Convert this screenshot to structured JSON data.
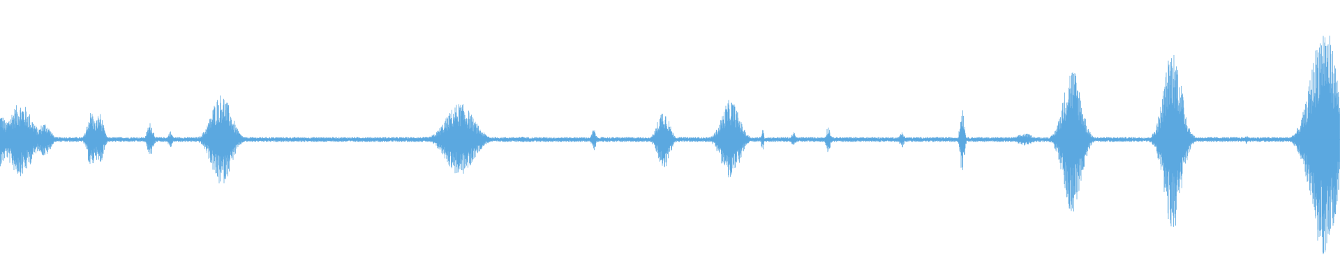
{
  "waveform": {
    "color": "#5ba8e0",
    "background": "#ffffff",
    "baseline_amplitude": 0.02,
    "bursts": [
      {
        "t": 0.0,
        "w": 0.006,
        "amp": 0.22
      },
      {
        "t": 0.015,
        "w": 0.012,
        "amp": 0.3
      },
      {
        "t": 0.033,
        "w": 0.006,
        "amp": 0.14
      },
      {
        "t": 0.068,
        "w": 0.004,
        "amp": 0.24
      },
      {
        "t": 0.074,
        "w": 0.004,
        "amp": 0.22
      },
      {
        "t": 0.112,
        "w": 0.003,
        "amp": 0.14
      },
      {
        "t": 0.127,
        "w": 0.002,
        "amp": 0.07
      },
      {
        "t": 0.165,
        "w": 0.01,
        "amp": 0.38
      },
      {
        "t": 0.343,
        "w": 0.014,
        "amp": 0.3
      },
      {
        "t": 0.39,
        "w": 0.001,
        "amp": 0.04
      },
      {
        "t": 0.443,
        "w": 0.002,
        "amp": 0.09
      },
      {
        "t": 0.495,
        "w": 0.006,
        "amp": 0.25
      },
      {
        "t": 0.545,
        "w": 0.009,
        "amp": 0.33
      },
      {
        "t": 0.569,
        "w": 0.001,
        "amp": 0.11
      },
      {
        "t": 0.592,
        "w": 0.002,
        "amp": 0.06
      },
      {
        "t": 0.618,
        "w": 0.002,
        "amp": 0.11
      },
      {
        "t": 0.673,
        "w": 0.002,
        "amp": 0.07
      },
      {
        "t": 0.718,
        "w": 0.002,
        "amp": 0.28
      },
      {
        "t": 0.765,
        "w": 0.008,
        "amp": 0.05
      },
      {
        "t": 0.8,
        "w": 0.009,
        "amp": 0.6
      },
      {
        "t": 0.875,
        "w": 0.009,
        "amp": 0.75
      },
      {
        "t": 0.93,
        "w": 0.001,
        "amp": 0.05
      },
      {
        "t": 0.988,
        "w": 0.013,
        "amp": 0.95
      }
    ]
  }
}
